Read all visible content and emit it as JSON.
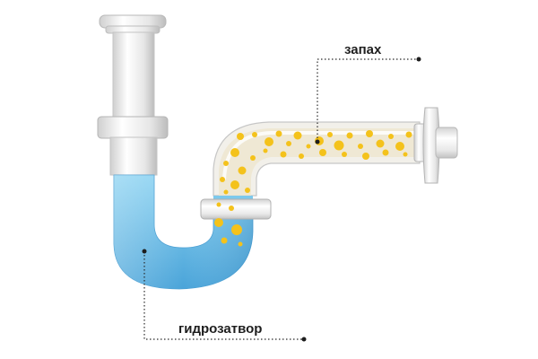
{
  "labels": {
    "smell": "запах",
    "water_seal": "гидрозатвор"
  },
  "colors": {
    "pipe_light": "#f6f6f6",
    "pipe_shade": "#c9c9c9",
    "pipe_outline": "#b5b5b5",
    "water_top": "#8fd4f2",
    "water_bottom": "#4aa4d9",
    "bubble": "#f4c21b",
    "pipe_interior": "#ede3cf",
    "leader_line": "#2a2a2a"
  },
  "icons": [
    "drain-tailpiece",
    "u-trap",
    "wall-flange"
  ]
}
